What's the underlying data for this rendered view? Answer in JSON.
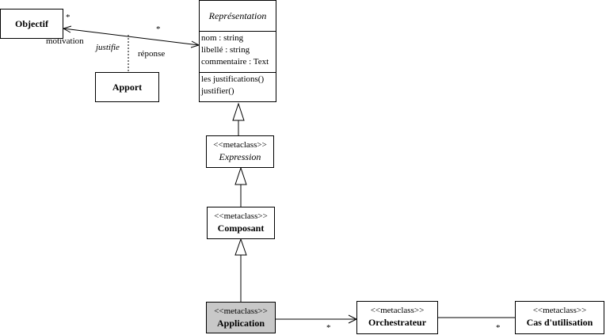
{
  "objectif": {
    "name": "Objectif"
  },
  "apport": {
    "name": "Apport"
  },
  "representation": {
    "name": "Représentation",
    "attributes": [
      "nom : string",
      "libellé : string",
      "commentaire : Text"
    ],
    "operations": [
      "les justifications()",
      "justifier()"
    ]
  },
  "expression": {
    "stereotype": "<<metaclass>>",
    "name": "Expression"
  },
  "composant": {
    "stereotype": "<<metaclass>>",
    "name": "Composant"
  },
  "application": {
    "stereotype": "<<metaclass>>",
    "name": "Application"
  },
  "orchestrateur": {
    "stereotype": "<<metaclass>>",
    "name": "Orchestrateur"
  },
  "cas": {
    "stereotype": "<<metaclass>>",
    "name": "Cas d'utilisation"
  },
  "association": {
    "role_motivation": "motivation",
    "role_justifie": "justifie",
    "role_reponse": "réponse",
    "mult_objectif": "*",
    "mult_representation": "*",
    "mult_orchestrateur": "*",
    "mult_cas": "*"
  },
  "colors": {
    "highlight": "#c8c8c8",
    "line": "#000000"
  }
}
